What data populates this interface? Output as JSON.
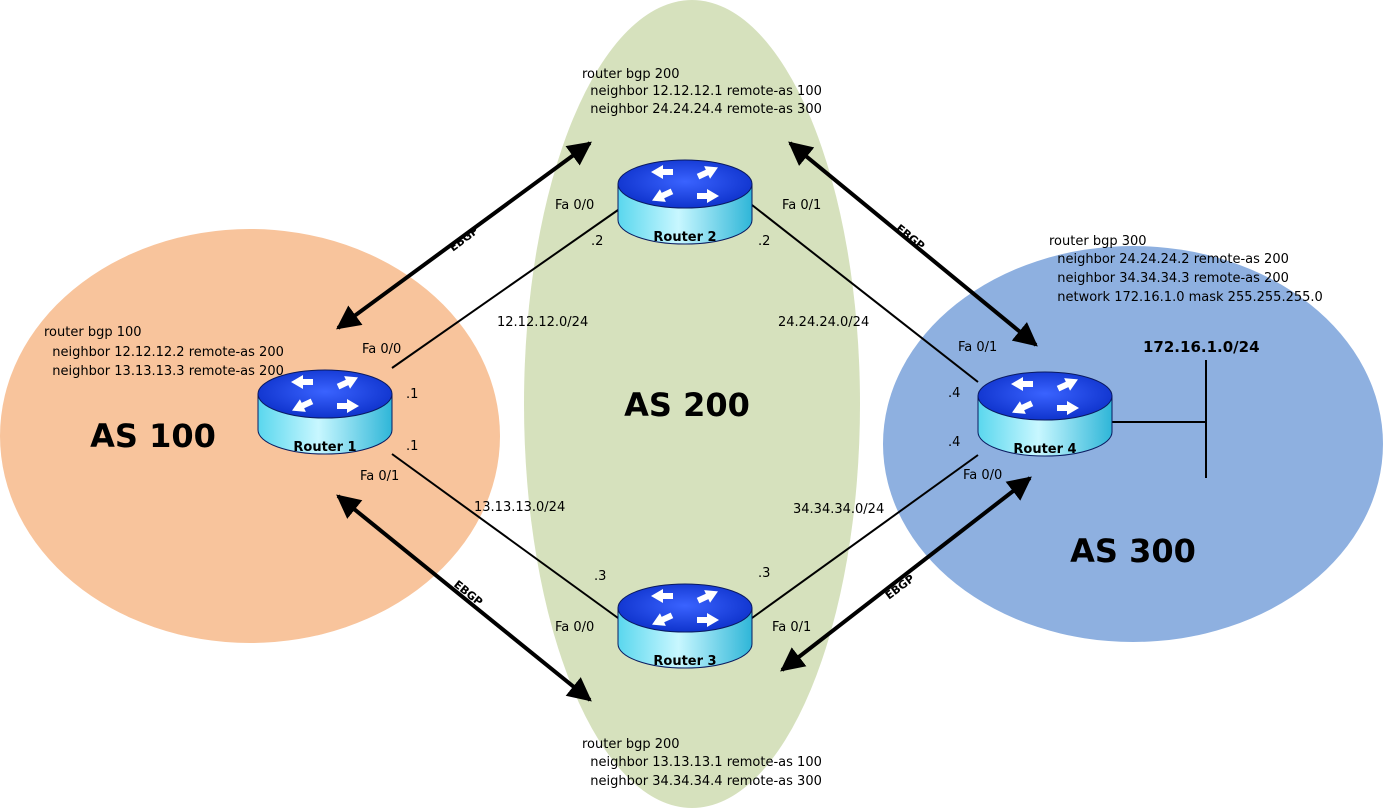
{
  "as_areas": {
    "as100": {
      "label": "AS 100",
      "color": "#f8c49c"
    },
    "as200": {
      "label": "AS 200",
      "color": "#d6e1bd"
    },
    "as300": {
      "label": "AS 300",
      "color": "#8eb0e0"
    }
  },
  "routers": {
    "r1": {
      "label": "Router 1"
    },
    "r2": {
      "label": "Router 2"
    },
    "r3": {
      "label": "Router 3"
    },
    "r4": {
      "label": "Router 4"
    }
  },
  "configs": {
    "r2": [
      "router bgp 200",
      "  neighbor 12.12.12.1 remote-as 100",
      "  neighbor 24.24.24.4 remote-as 300"
    ],
    "r1": [
      "router bgp 100",
      "  neighbor 12.12.12.2 remote-as 200",
      "  neighbor 13.13.13.3 remote-as 200"
    ],
    "r4": [
      "router bgp 300",
      "  neighbor 24.24.24.2 remote-as 200",
      "  neighbor 34.34.34.3 remote-as 200",
      "  network 172.16.1.0 mask 255.255.255.0"
    ],
    "r3": [
      "router bgp 200",
      "  neighbor 13.13.13.1 remote-as 100",
      "  neighbor 34.34.34.4 remote-as 300"
    ]
  },
  "interfaces": {
    "r2_fa00": "Fa 0/0",
    "r2_fa01": "Fa 0/1",
    "r1_fa00": "Fa 0/0",
    "r1_fa01": "Fa 0/1",
    "r4_fa01": "Fa 0/1",
    "r4_fa00": "Fa 0/0",
    "r3_fa00": "Fa 0/0",
    "r3_fa01": "Fa 0/1"
  },
  "host_ids": {
    "r2_a": ".2",
    "r2_b": ".2",
    "r1_a": ".1",
    "r1_b": ".1",
    "r4_a": ".4",
    "r4_b": ".4",
    "r3_a": ".3",
    "r3_b": ".3"
  },
  "subnets": {
    "s12": "12.12.12.0/24",
    "s24": "24.24.24.0/24",
    "s13": "13.13.13.0/24",
    "s34": "34.34.34.0/24",
    "lan": "172.16.1.0/24"
  },
  "sessions": {
    "e12": "EBGP",
    "e24": "EBGP",
    "e13": "EBGP",
    "e34": "EBGP"
  },
  "colors": {
    "router_top": "#1a3fe0",
    "router_side": "#7fe8f5",
    "arrow": "#000000"
  }
}
